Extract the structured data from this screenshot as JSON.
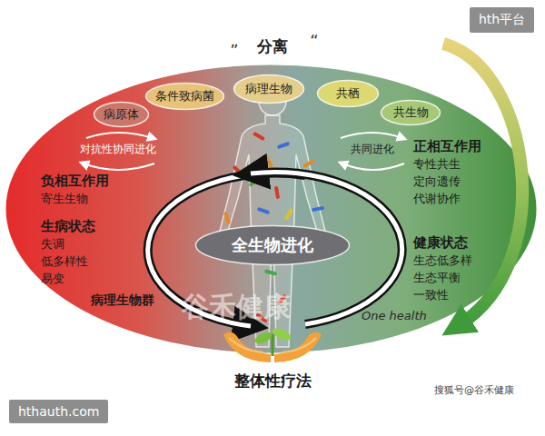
{
  "diagram": {
    "nodes": [
      {
        "text": [
          "对抗性协同进化",
          "负相互作用 寄生生物",
          "生病状态 失调 低多样性 易变",
          "病理生物群",
          "共同进化",
          "正相互作用 专性共生 定向遗传 代谢协作",
          "健康状态 生态低多样 生态平衡 一致性",
          "One health"
        ]
      },
      {
        "text": [
          "病原体"
        ],
        "in": 0
      },
      {
        "text": [
          "条件致病菌"
        ],
        "in": 0
      },
      {
        "text": [
          "病理生物"
        ],
        "in": 0
      },
      {
        "text": [
          "共栖"
        ],
        "in": 0
      },
      {
        "text": [
          "共生物"
        ],
        "in": 0
      },
      {
        "text": [
          "全生物进化"
        ],
        "in": 0
      }
    ],
    "labels": [
      "„",
      "分离",
      "“",
      "整体性疗法",
      "hth平台",
      "hthauth.com",
      "搜狐号@谷禾健康",
      "谷禾健康"
    ]
  }
}
